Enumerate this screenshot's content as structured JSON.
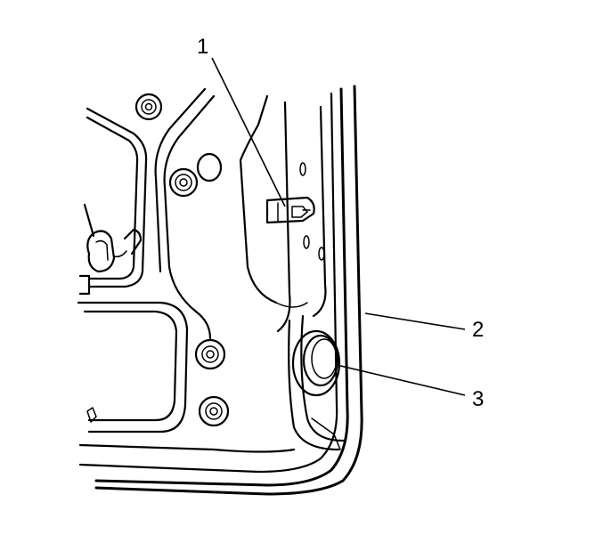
{
  "callouts": [
    {
      "id": "1",
      "text": "1"
    },
    {
      "id": "2",
      "text": "2"
    },
    {
      "id": "3",
      "text": "3"
    }
  ],
  "colors": {
    "line": "#000000",
    "background": "#ffffff"
  }
}
